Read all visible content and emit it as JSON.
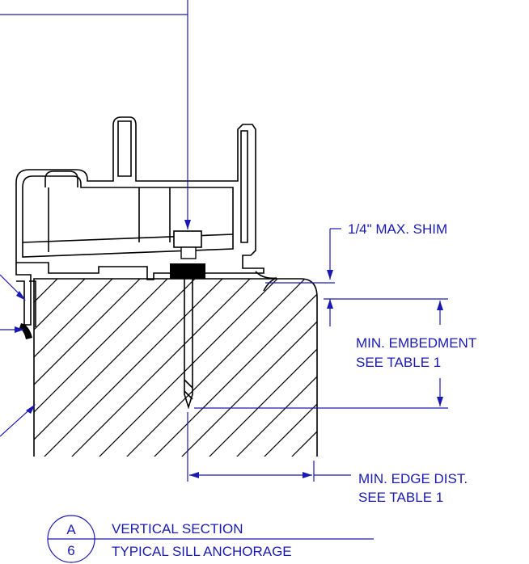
{
  "labels": {
    "shim": "1/4\"  MAX. SHIM",
    "embedment_line1": "MIN. EMBEDMENT",
    "embedment_line2": "SEE TABLE 1",
    "edge_line1": "MIN. EDGE DIST.",
    "edge_line2": "SEE TABLE 1"
  },
  "title_block": {
    "detail_letter": "A",
    "sheet_number": "6",
    "title": "VERTICAL SECTION",
    "subtitle": "TYPICAL SILL ANCHORAGE"
  },
  "colors": {
    "annotation": "#1a1ab0",
    "linework": "#000000",
    "background": "#ffffff"
  }
}
